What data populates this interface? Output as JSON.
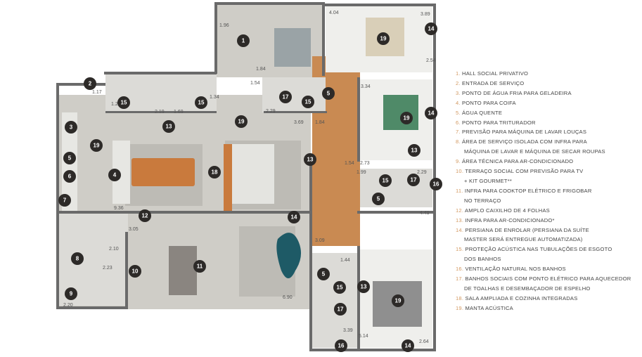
{
  "legend": [
    {
      "num": "1.",
      "text": "HALL SOCIAL PRIVATIVO"
    },
    {
      "num": "2.",
      "text": "ENTRADA DE SERVIÇO"
    },
    {
      "num": "3.",
      "text": "PONTO DE ÁGUA FRIA PARA GELADEIRA"
    },
    {
      "num": "4.",
      "text": "PONTO PARA COIFA"
    },
    {
      "num": "5.",
      "text": "ÁGUA QUENTE"
    },
    {
      "num": "6.",
      "text": "PONTO PARA TRITURADOR"
    },
    {
      "num": "7.",
      "text": "PREVISÃO PARA MÁQUINA DE LAVAR LOUÇAS"
    },
    {
      "num": "8.",
      "text": "ÁREA DE SERVIÇO ISOLADA COM INFRA PARA"
    },
    {
      "num": "",
      "text": "MÁQUINA DE LAVAR E MÁQUINA DE SECAR ROUPAS"
    },
    {
      "num": "9.",
      "text": "ÁREA TÉCNICA PARA AR-CONDICIONADO"
    },
    {
      "num": "10.",
      "text": "TERRAÇO SOCIAL COM PREVISÃO PARA TV"
    },
    {
      "num": "",
      "text": "+ KIT GOURMET**"
    },
    {
      "num": "11.",
      "text": "INFRA PARA COOKTOP ELÉTRICO E FRIGOBAR"
    },
    {
      "num": "",
      "text": "NO TERRAÇO"
    },
    {
      "num": "12.",
      "text": "AMPLO CAIXILHO DE 4 FOLHAS"
    },
    {
      "num": "13.",
      "text": "INFRA PARA AR-CONDICIONADO*"
    },
    {
      "num": "14.",
      "text": "PERSIANA DE ENROLAR (PERSIANA DA SUÍTE"
    },
    {
      "num": "",
      "text": "MASTER SERÁ ENTREGUE AUTOMATIZADA)"
    },
    {
      "num": "15.",
      "text": "PROTEÇÃO ACÚSTICA NAS TUBULAÇÕES DE ESGOTO"
    },
    {
      "num": "",
      "text": "DOS BANHOS"
    },
    {
      "num": "16.",
      "text": "VENTILAÇÃO NATURAL NOS BANHOS"
    },
    {
      "num": "17.",
      "text": "BANHOS SOCIAIS COM PONTO ELÉTRICO PARA AQUECEDOR"
    },
    {
      "num": "",
      "text": "DE TOALHAS E DESEMBAÇADOR DE ESPELHO"
    },
    {
      "num": "18.",
      "text": "SALA AMPLIADA E COZINHA INTEGRADAS"
    },
    {
      "num": "19.",
      "text": "MANTA ACÚSTICA"
    }
  ],
  "markers": [
    "1",
    "2",
    "3",
    "4",
    "5",
    "6",
    "7",
    "8",
    "9",
    "10",
    "11",
    "12",
    "13",
    "14",
    "15",
    "16",
    "17",
    "18",
    "19"
  ],
  "dimensions": [
    "1.96",
    "1.84",
    "1.54",
    "1.17",
    "2.19",
    "1.69",
    "1.34",
    "1.29",
    "2.29",
    "3.69",
    "1.84",
    "4.04",
    "3.89",
    "2.54",
    "3.34",
    "1.54",
    "2.73",
    "1.99",
    "2.29",
    "4.49",
    "9.36",
    "3.05",
    "2.10",
    "2.23",
    "2.20",
    "6.90",
    "3.09",
    "1.44",
    "3.39",
    "5.14",
    "2.64"
  ],
  "colors": {
    "wood": "#c98a52",
    "tile": "#cfcdc7",
    "wall": "#6a6a6a",
    "marker": "#2d2a28",
    "legend_number": "#d39a62",
    "legend_text": "#444444",
    "pool": "#1e5a66"
  }
}
